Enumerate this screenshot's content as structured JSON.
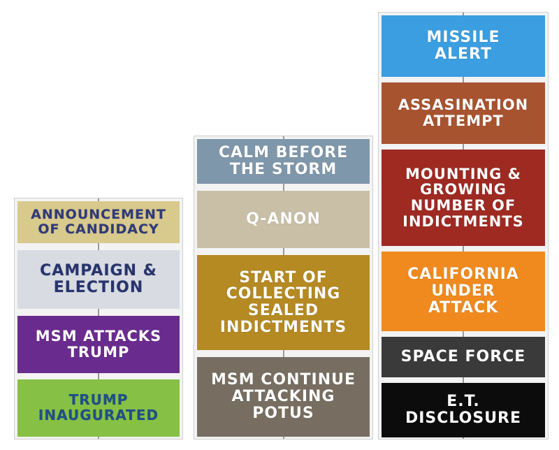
{
  "columns": [
    {
      "blocks": [
        {
          "label": "ANNOUNCEMENT\nOF CANDIDACY",
          "bg": "#d8c98c",
          "fg": "#2f3a7a"
        },
        {
          "label": "CAMPAIGN &\nELECTION",
          "bg": "#d9dbe3",
          "fg": "#27346e"
        },
        {
          "label": "MSM ATTACKS\nTRUMP",
          "bg": "#6a2b8e",
          "fg": "#ffffff"
        },
        {
          "label": "TRUMP\nINAUGURATED",
          "bg": "#86c045",
          "fg": "#1f4f8a"
        }
      ]
    },
    {
      "blocks": [
        {
          "label": "CALM BEFORE\nTHE STORM",
          "bg": "#7f97aa",
          "fg": "#ffffff"
        },
        {
          "label": "Q-ANON",
          "bg": "#c9bfa6",
          "fg": "#ffffff"
        },
        {
          "label": "START OF\nCOLLECTING\nSEALED\nINDICTMENTS",
          "bg": "#b58a22",
          "fg": "#ffffff"
        },
        {
          "label": "MSM CONTINUE\nATTACKING\nPOTUS",
          "bg": "#776e61",
          "fg": "#ffffff"
        }
      ]
    },
    {
      "blocks": [
        {
          "label": "MISSILE\nALERT",
          "bg": "#3a9ee0",
          "fg": "#ffffff"
        },
        {
          "label": "ASSASINATION\nATTEMPT",
          "bg": "#a8532f",
          "fg": "#ffffff"
        },
        {
          "label": "MOUNTING &\nGROWING\nNUMBER OF\nINDICTMENTS",
          "bg": "#9e2a22",
          "fg": "#ffffff"
        },
        {
          "label": "CALIFORNIA\nUNDER\nATTACK",
          "bg": "#f08a1e",
          "fg": "#ffffff"
        },
        {
          "label": "SPACE FORCE",
          "bg": "#3a3a3a",
          "fg": "#ffffff"
        },
        {
          "label": "E.T.\nDISCLOSURE",
          "bg": "#0c0c0c",
          "fg": "#ffffff"
        }
      ]
    }
  ]
}
